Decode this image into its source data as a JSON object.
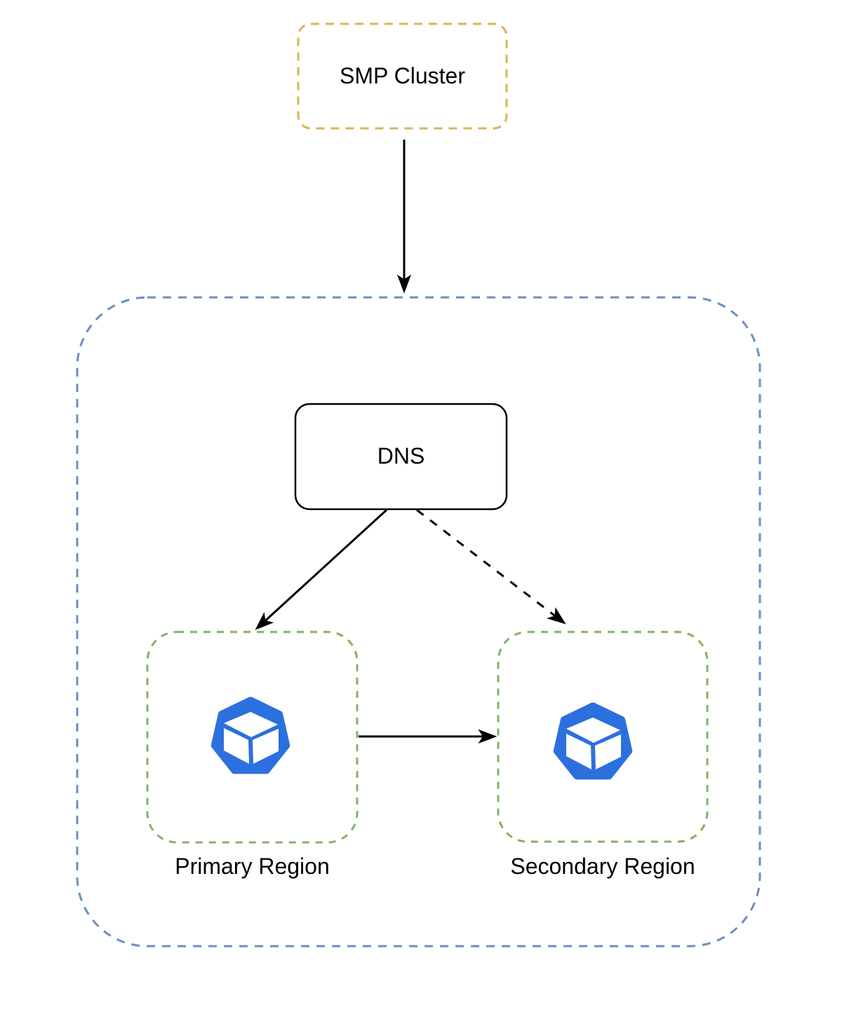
{
  "diagram": {
    "type": "architecture-flowchart",
    "background_color": "#ffffff",
    "nodes": {
      "smp_cluster": {
        "label": "SMP Cluster",
        "shape": "rounded-rectangle",
        "border_style": "dashed",
        "border_color": "#d6b656"
      },
      "outer_boundary": {
        "shape": "rounded-rectangle",
        "border_style": "dashed",
        "border_color": "#6c8ebf",
        "contains": [
          "dns",
          "primary_region",
          "secondary_region"
        ]
      },
      "dns": {
        "label": "DNS",
        "shape": "rounded-rectangle",
        "border_style": "solid",
        "border_color": "#000000"
      },
      "primary_region": {
        "label": "Primary Region",
        "shape": "rounded-rectangle",
        "border_style": "dashed",
        "border_color": "#82b366",
        "icon": "heptagon-cube-icon"
      },
      "secondary_region": {
        "label": "Secondary Region",
        "shape": "rounded-rectangle",
        "border_style": "dashed",
        "border_color": "#82b366",
        "icon": "heptagon-cube-icon"
      }
    },
    "edges": [
      {
        "from": "smp_cluster",
        "to": "outer_boundary",
        "style": "solid",
        "arrowhead": "filled"
      },
      {
        "from": "dns",
        "to": "primary_region",
        "style": "solid",
        "arrowhead": "filled"
      },
      {
        "from": "dns",
        "to": "secondary_region",
        "style": "dashed",
        "arrowhead": "filled"
      },
      {
        "from": "primary_region",
        "to": "secondary_region",
        "style": "solid",
        "arrowhead": "filled"
      }
    ],
    "colors": {
      "smp_border": "#d6b656",
      "boundary_border": "#6c8ebf",
      "region_border": "#82b366",
      "dns_border": "#000000",
      "arrow": "#000000",
      "icon_blue": "#2b70de",
      "icon_cube_face": "#ffffff",
      "text": "#000000"
    }
  }
}
